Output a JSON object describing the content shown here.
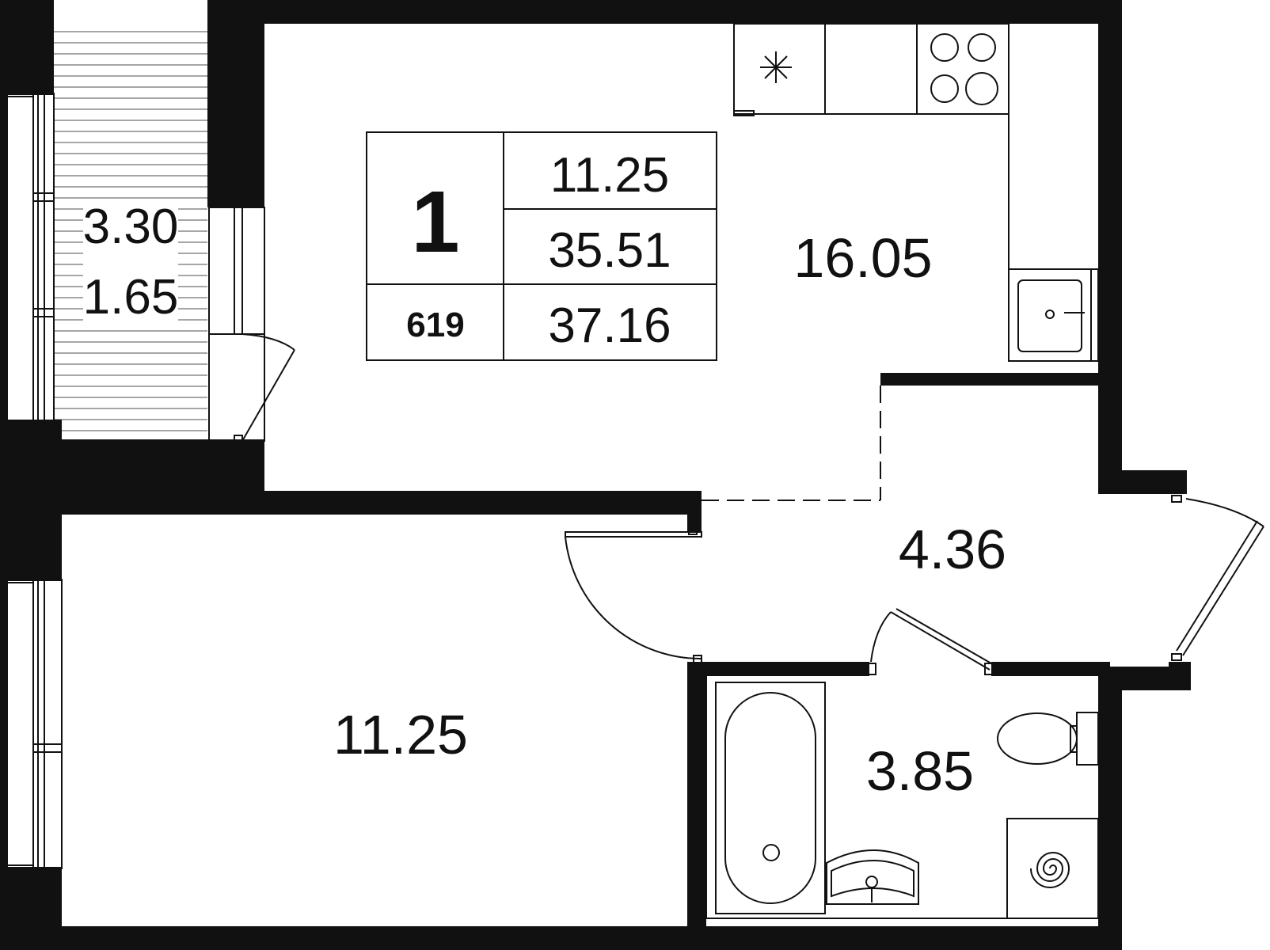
{
  "plan": {
    "rooms_count": "1",
    "apartment_number": "619",
    "summary": {
      "living_area": "11.25",
      "total_area": "35.51",
      "total_with_balcony": "37.16"
    },
    "rooms": {
      "balcony_area": "3.30",
      "balcony_reduced_area": "1.65",
      "kitchen_living_area": "16.05",
      "hallway_area": "4.36",
      "bedroom_area": "11.25",
      "bathroom_area": "3.85"
    },
    "colors": {
      "wall": "#111111",
      "background": "#ffffff",
      "line": "#111111"
    }
  }
}
